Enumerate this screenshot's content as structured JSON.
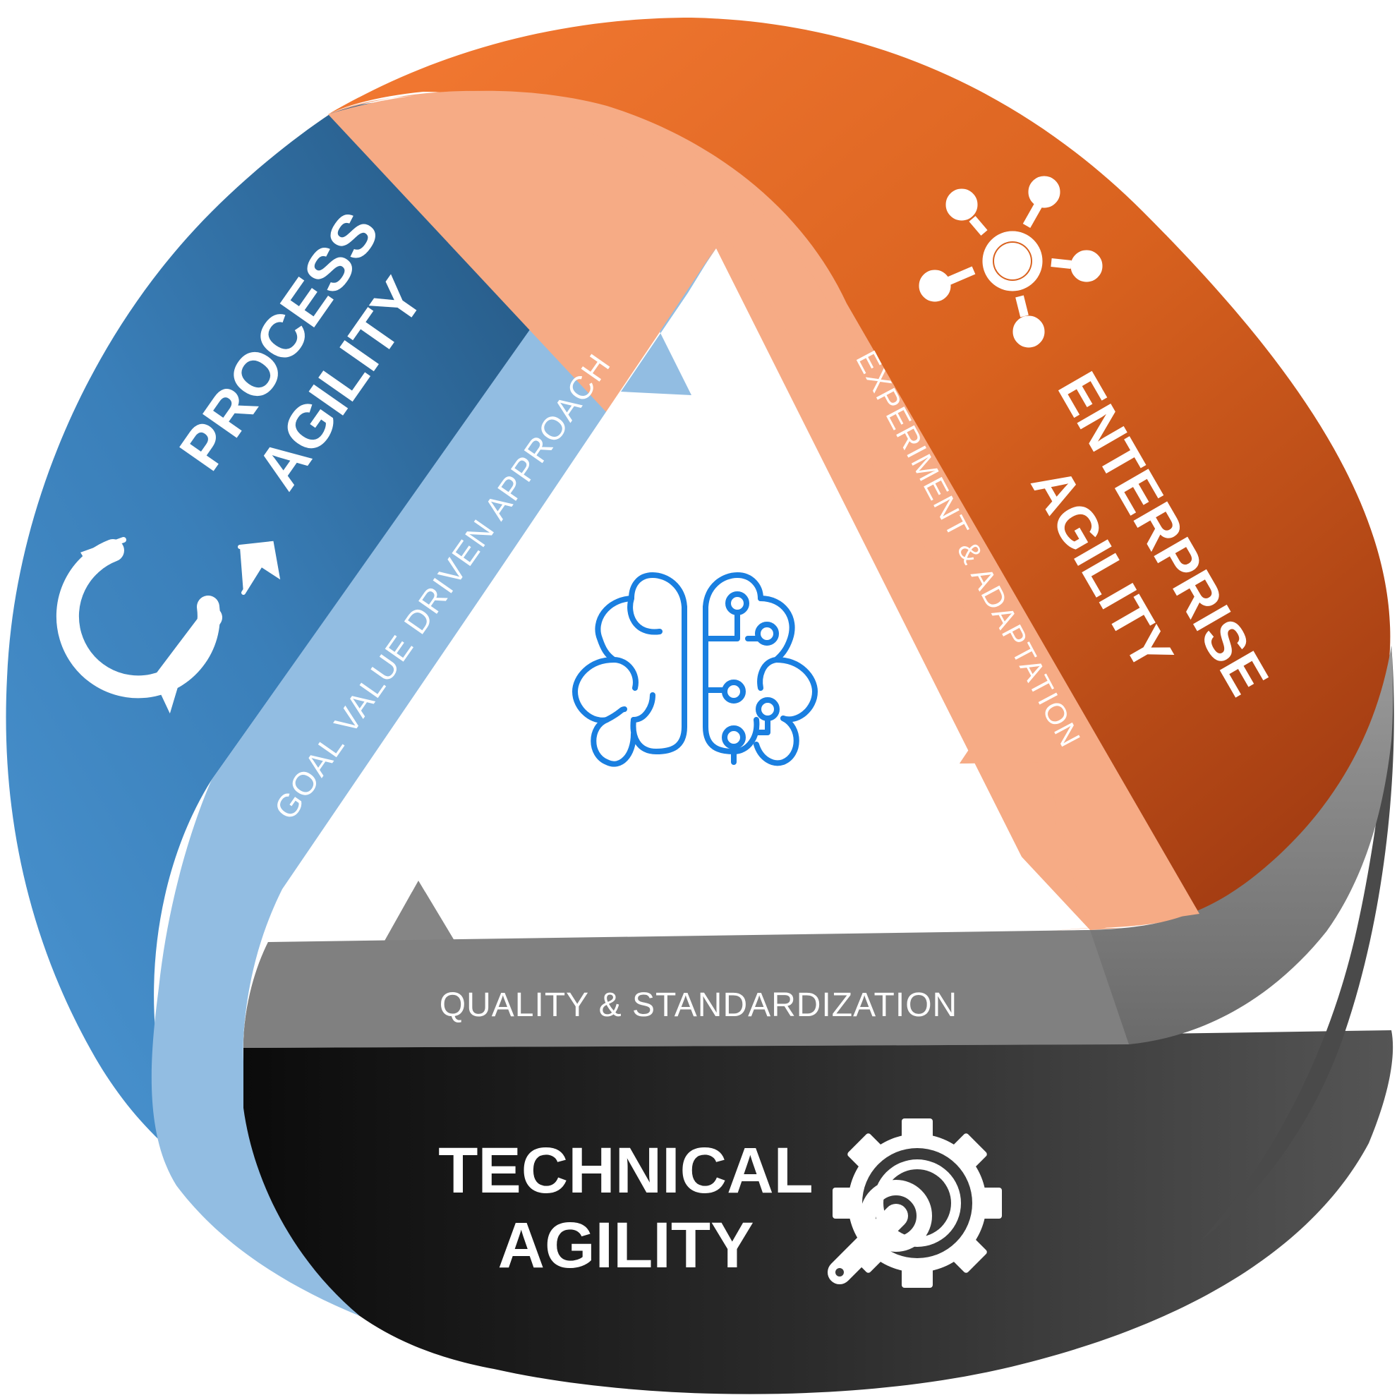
{
  "segments": {
    "process": {
      "title_line1": "PROCESS",
      "title_line2": "AGILITY",
      "band_text": "GOAL VALUE DRIVEN APPROACH",
      "icon": "refresh-cycle-icon",
      "color_dark": "#24537c",
      "color_light": "#4a93cf",
      "band_color": "#92bde2"
    },
    "enterprise": {
      "title_line1": "ENTERPRISE",
      "title_line2": "AGILITY",
      "band_text": "EXPERIMENT & ADAPTATION",
      "icon": "network-hub-icon",
      "color_dark": "#9e3a10",
      "color_light": "#f07432",
      "band_color": "#f6ab85"
    },
    "technical": {
      "title_line1": "TECHNICAL",
      "title_line2": "AGILITY",
      "band_text": "QUALITY & STANDARDIZATION",
      "icon": "gear-wrench-icon",
      "color_dark": "#111111",
      "color_light": "#555555",
      "band_color": "#7f7f7f"
    }
  },
  "center": {
    "icon": "brain-circuit-icon",
    "icon_color": "#1a7fe0"
  }
}
